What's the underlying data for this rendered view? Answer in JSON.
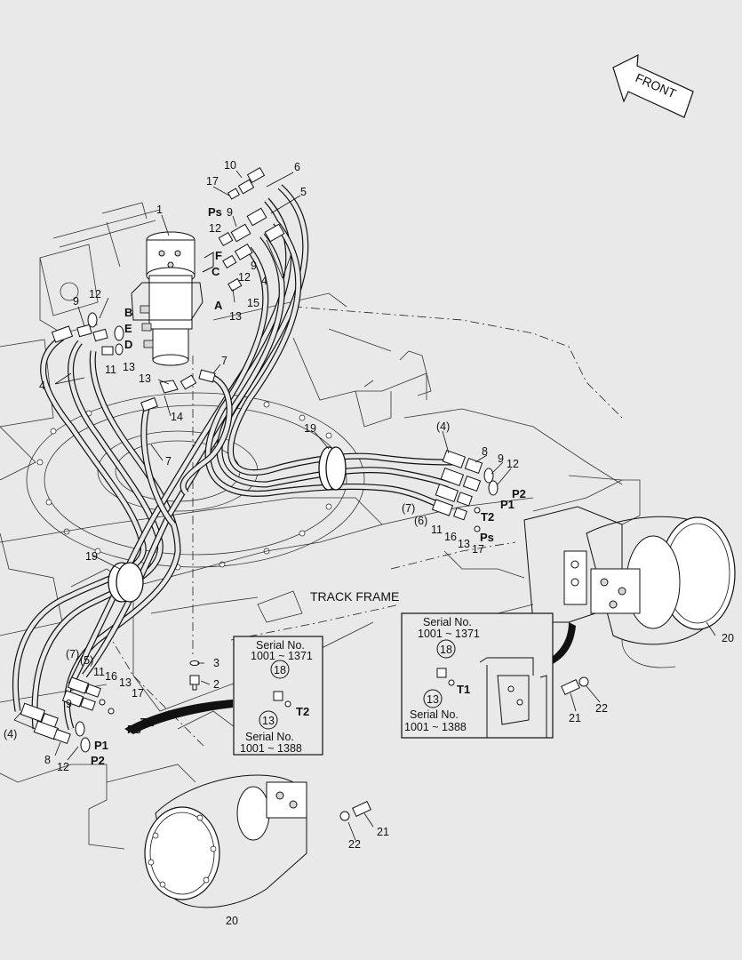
{
  "front_label": "FRONT",
  "track_frame_label": "TRACK FRAME",
  "part_numbers": {
    "n1": "1",
    "n2": "2",
    "n3": "3",
    "n4a": "4",
    "n4b": "4",
    "n4c": "(4)",
    "n4d": "(4)",
    "n5a": "5",
    "n5b": "(5)",
    "n6a": "6",
    "n6b": "(6)",
    "n7a": "7",
    "n7b": "7",
    "n7c": "(7)",
    "n7d": "(7)",
    "n8a": "8",
    "n8b": "8",
    "n9a": "9",
    "n9b": "9",
    "n9c": "9",
    "n9d": "9",
    "n9e": "9",
    "n10": "10",
    "n11a": "11",
    "n11b": "11",
    "n11c": "11",
    "n12a": "12",
    "n12b": "12",
    "n12c": "12",
    "n12d": "12",
    "n12e": "12",
    "n13a": "13",
    "n13b": "13",
    "n13c": "13",
    "n13d": "13",
    "n13e": "13",
    "n14": "14",
    "n15": "15",
    "n16a": "16",
    "n16b": "16",
    "n17a": "17",
    "n17b": "17",
    "n17c": "17",
    "n19a": "19",
    "n19b": "19",
    "n20a": "20",
    "n20b": "20",
    "n21a": "21",
    "n21b": "21",
    "n22a": "22",
    "n22b": "22"
  },
  "port_labels": {
    "ps_top": "Ps",
    "f": "F",
    "c": "C",
    "a": "A",
    "b": "B",
    "e": "E",
    "d": "D",
    "p2_right": "P2",
    "p1_right": "P1",
    "t2_right": "T2",
    "ps_right": "Ps",
    "t1_left": "T1",
    "ps_left": "Ps",
    "p1_left": "P1",
    "p2_left": "P2"
  },
  "inset_left": {
    "serial_top_title": "Serial No.",
    "serial_top_range": "1001 ~ 1371",
    "part_a": "18",
    "part_b": "13",
    "port": "T2",
    "serial_bottom_title": "Serial No.",
    "serial_bottom_range": "1001 ~ 1388"
  },
  "inset_right": {
    "serial_top_title": "Serial No.",
    "serial_top_range": "1001 ~ 1371",
    "part_a": "18",
    "part_b": "13",
    "port": "T1",
    "serial_bottom_title": "Serial No.",
    "serial_bottom_range": "1001 ~ 1388"
  }
}
